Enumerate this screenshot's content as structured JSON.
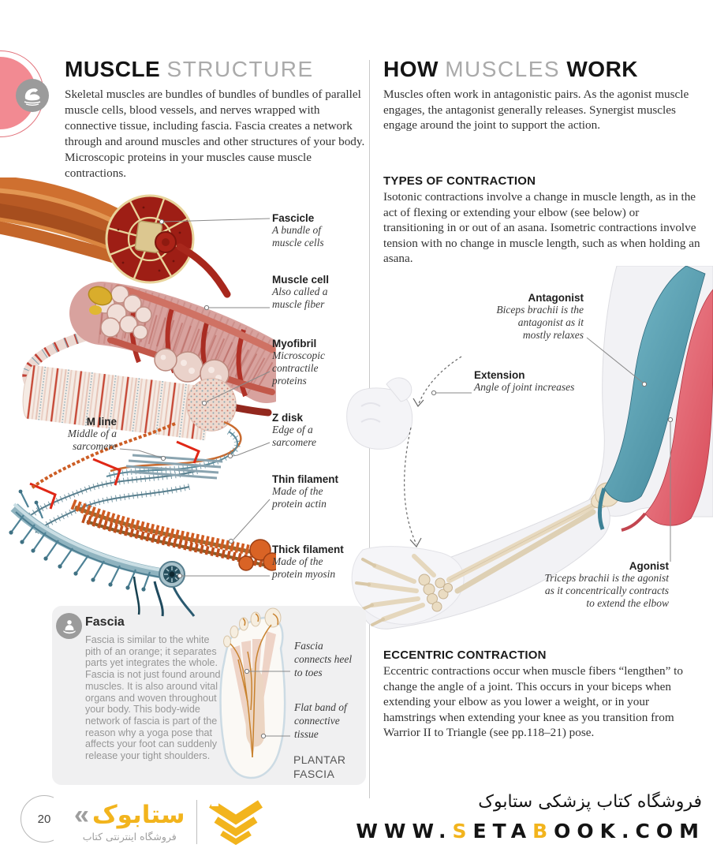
{
  "left": {
    "heading_bold": "MUSCLE",
    "heading_light": "STRUCTURE",
    "intro": "Skeletal muscles are bundles of bundles of bundles of parallel muscle cells, blood vessels, and nerves wrapped with connective tissue, including fascia. Fascia creates a network through and around muscles and other structures of your body. Microscopic proteins in your muscles cause muscle contractions.",
    "labels": {
      "fascicle": {
        "title": "Fascicle",
        "desc": "A bundle of\nmuscle cells"
      },
      "muscle_cell": {
        "title": "Muscle cell",
        "desc": "Also called a\nmuscle fiber"
      },
      "myofibril": {
        "title": "Myofibril",
        "desc": "Microscopic\ncontractile\nproteins"
      },
      "m_line": {
        "title": "M line",
        "desc": "Middle of a\nsarcomere"
      },
      "z_disk": {
        "title": "Z disk",
        "desc": "Edge of a\nsarcomere"
      },
      "thin_filament": {
        "title": "Thin filament",
        "desc": "Made of the\nprotein actin"
      },
      "thick_filament": {
        "title": "Thick filament",
        "desc": "Made of the\nprotein myosin"
      }
    },
    "fascia_box": {
      "title": "Fascia",
      "body": "Fascia is similar to the white pith of an orange; it separates parts yet integrates the whole. Fascia is not just found around muscles. It is also around vital organs and woven throughout your body. This body-wide network of fascia is part of the reason why a yoga pose that affects your foot can suddenly release your tight shoulders.",
      "label_heel": "Fascia\nconnects heel\nto toes",
      "label_band": "Flat band of\nconnective\ntissue",
      "caption": "PLANTAR\nFASCIA"
    }
  },
  "right": {
    "heading_bold1": "HOW",
    "heading_light": "MUSCLES",
    "heading_bold2": "WORK",
    "intro": "Muscles often work in antagonistic pairs. As the agonist muscle engages, the antagonist generally releases. Synergist muscles engage around the joint to support the action.",
    "types_heading": "TYPES OF CONTRACTION",
    "types_body": "Isotonic contractions involve a change in muscle length, as in the act of flexing or extending your elbow (see below) or transitioning in or out of an asana. Isometric contractions involve tension with no change in muscle length, such as when holding an asana.",
    "labels": {
      "antagonist": {
        "title": "Antagonist",
        "desc": "Biceps brachii is the\nantagonist as it\nmostly relaxes"
      },
      "extension": {
        "title": "Extension",
        "desc": "Angle of joint increases"
      },
      "agonist": {
        "title": "Agonist",
        "desc": "Triceps brachii is the agonist\nas it concentrically contracts\nto extend the elbow"
      }
    },
    "eccentric_heading": "ECCENTRIC CONTRACTION",
    "eccentric_body": "Eccentric contractions occur when muscle fibers “lengthen” to change the angle of a joint. This occurs in your biceps when extending your elbow as you lower a weight, or in your hamstrings when extending your knee as you transition from Warrior II to Triangle (see pp.118–21) pose."
  },
  "footer": {
    "page_number": "20",
    "brand_mark": "«",
    "brand": "ستابوک",
    "tagline": "فروشگاه اینترنتی کتاب",
    "persian_title": "فروشگاه کتاب پزشکی ستابوک",
    "url_p1": "WWW.",
    "url_p2": "S",
    "url_p3": "ETA",
    "url_p4": "B",
    "url_p5": "OOK.COM",
    "accent": "#f2b41d"
  }
}
